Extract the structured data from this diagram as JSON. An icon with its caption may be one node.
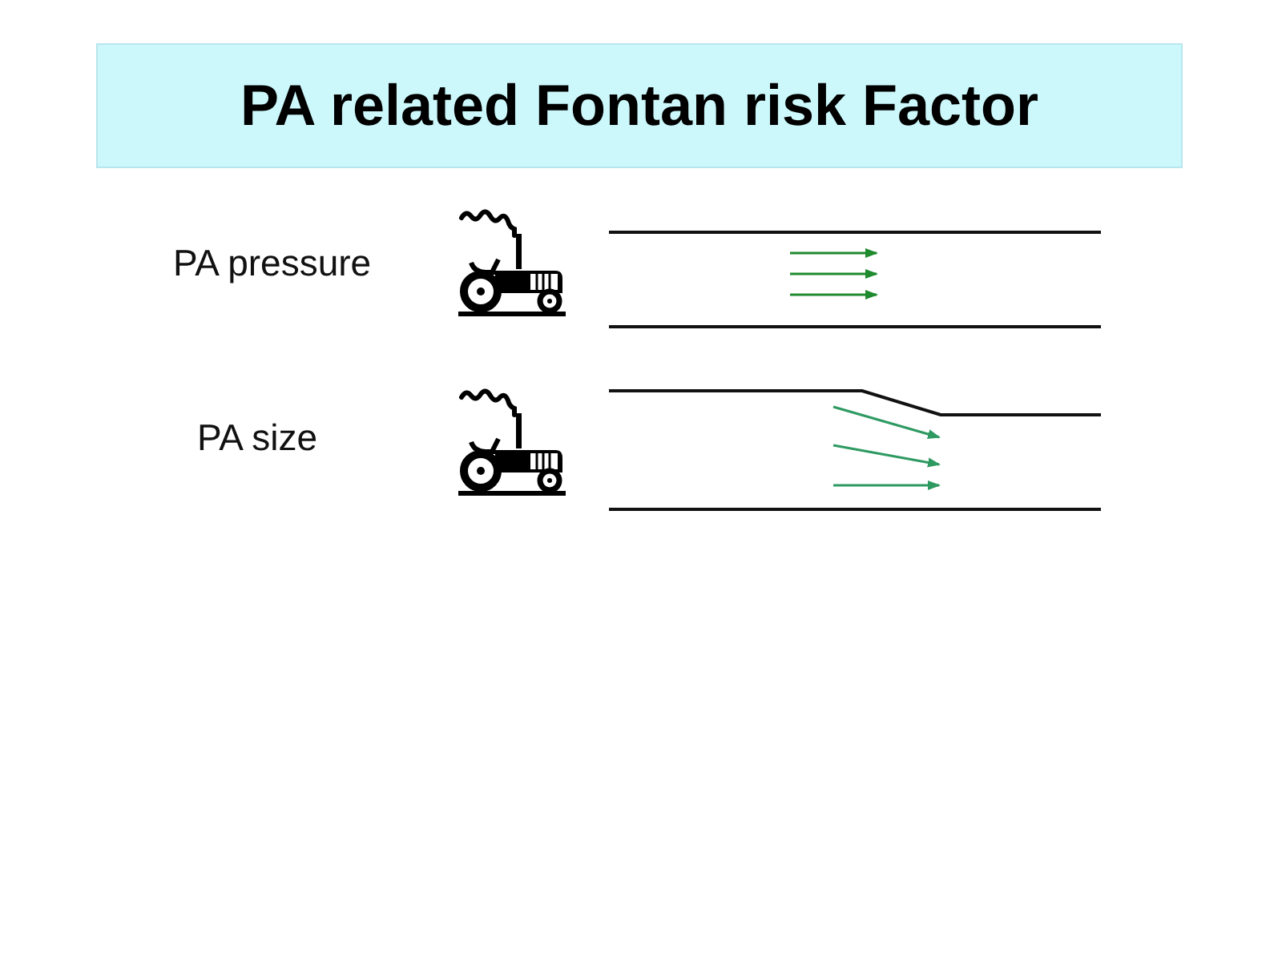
{
  "diagram": {
    "title": "PA related Fontan risk Factor",
    "labels": [
      "PA pressure",
      "PA size"
    ]
  }
}
